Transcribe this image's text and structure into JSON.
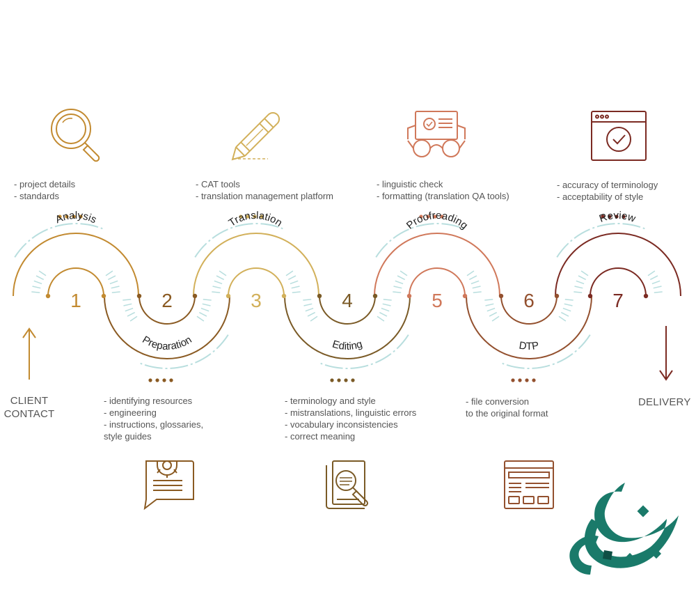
{
  "colors": {
    "s1": "#c28a30",
    "s2": "#8a5a22",
    "s3": "#d2b05a",
    "s4": "#7a5a26",
    "s5": "#d0785a",
    "s6": "#93502e",
    "s7": "#7b2a22",
    "dash": "#b8dede",
    "text": "#555555"
  },
  "stages": [
    {
      "number": "1",
      "label": "Analysis",
      "icon": "magnifier-icon"
    },
    {
      "number": "2",
      "label": "Preparation",
      "icon": "chat-gear-icon"
    },
    {
      "number": "3",
      "label": "Translation",
      "icon": "pencil-icon"
    },
    {
      "number": "4",
      "label": "Editing",
      "icon": "document-search-icon"
    },
    {
      "number": "5",
      "label": "Proofreading",
      "icon": "document-glasses-icon"
    },
    {
      "number": "6",
      "label": "DTP",
      "icon": "layout-window-icon"
    },
    {
      "number": "7",
      "label": "Review",
      "icon": "window-check-icon"
    }
  ],
  "notes": {
    "analysis": [
      "- project details",
      "- standards"
    ],
    "translation": [
      "- CAT tools",
      "- translation management platform"
    ],
    "proofreading": [
      "- linguistic check",
      "- formatting (translation QA tools)"
    ],
    "review": [
      "- accuracy of terminology",
      "- acceptability of style"
    ],
    "preparation": [
      "- identifying resources",
      "- engineering",
      "- instructions, glossaries,",
      "style guides"
    ],
    "editing": [
      "- terminology and style",
      "- mistranslations, linguistic errors",
      "- vocabulary inconsistencies",
      "- correct meaning"
    ],
    "dtp": [
      "- file conversion",
      "to the original format"
    ]
  },
  "start_label": [
    "CLIENT",
    "CONTACT"
  ],
  "end_label": "DELIVERY",
  "logo": {
    "icon": "calligraphy-logo"
  }
}
